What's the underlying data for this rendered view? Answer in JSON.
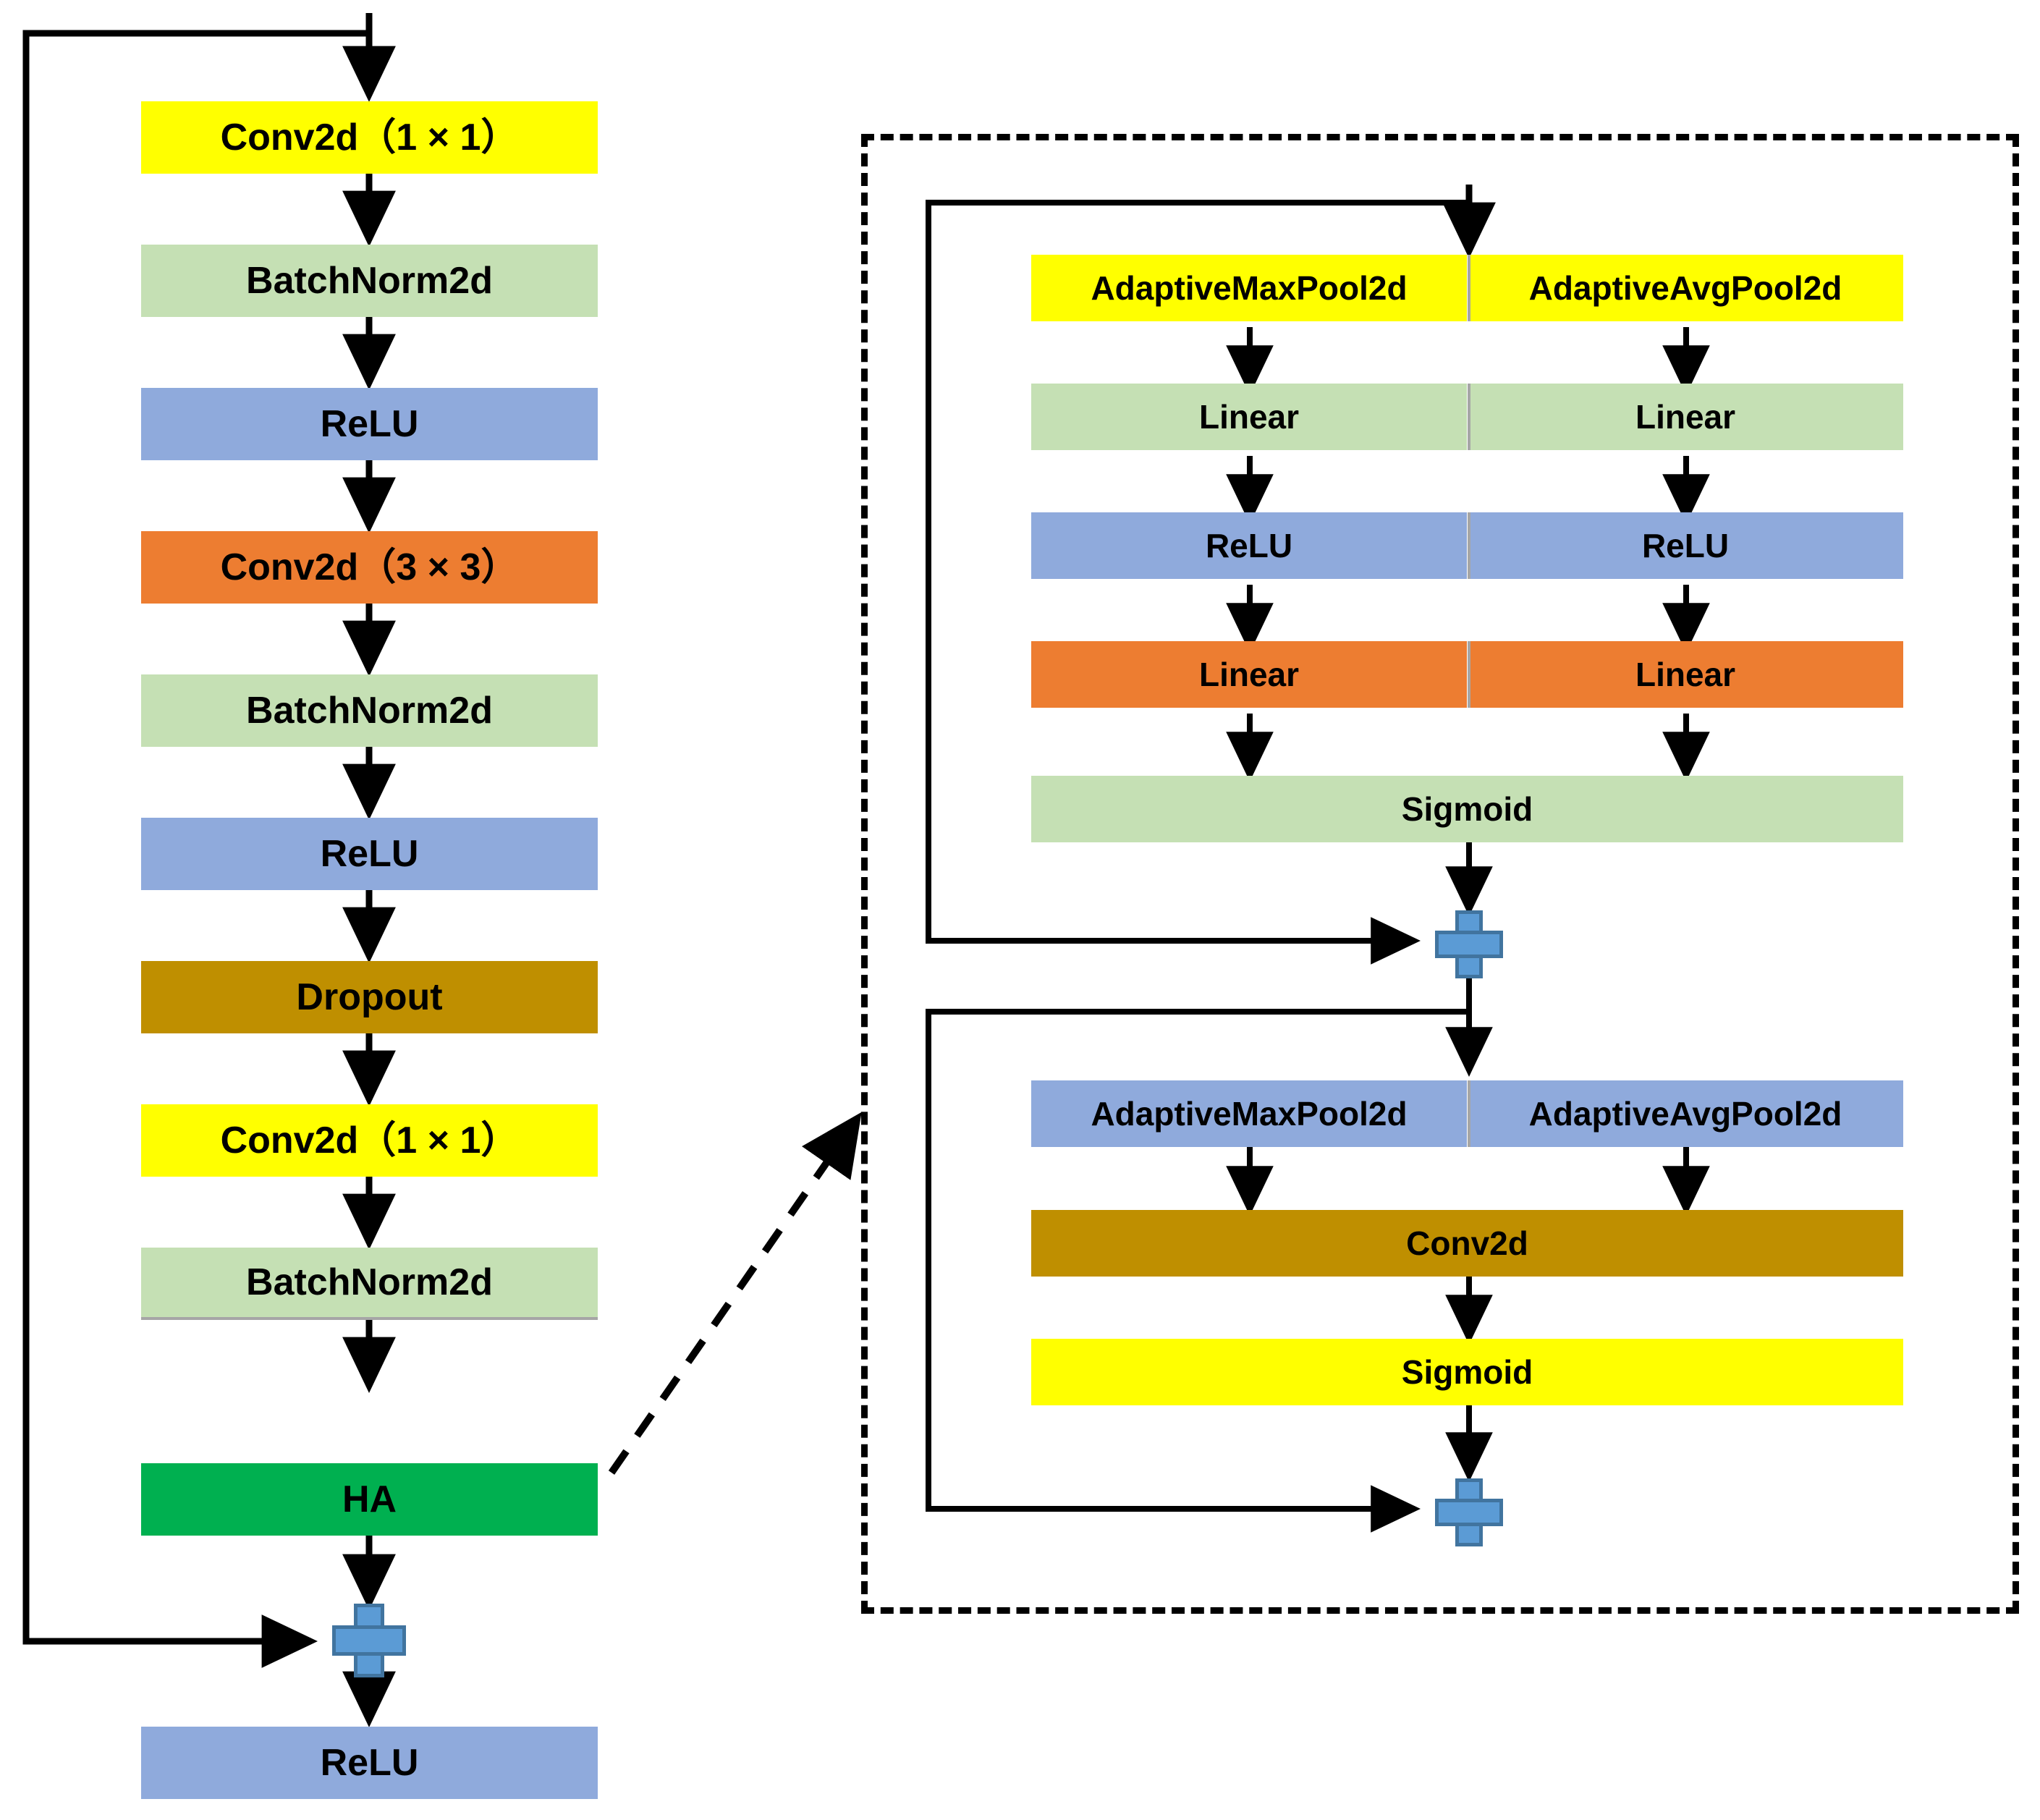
{
  "diagram": {
    "title": "Residual block with HA (Hybrid Attention) module",
    "colors": {
      "yellow": "#FFFF00",
      "light_green": "#C5E0B4",
      "blue": "#8FAADC",
      "orange": "#ED7D31",
      "gold": "#BF8F00",
      "green": "#00B050",
      "plus_fill": "#5B9BD5",
      "plus_stroke": "#41749F",
      "seam": "#A6A6A6",
      "line": "#000000"
    }
  },
  "left_branch": {
    "name": "residual-block",
    "blocks": [
      {
        "label": "Conv2d（1 × 1）",
        "color": "yellow"
      },
      {
        "label": "BatchNorm2d",
        "color": "light_green"
      },
      {
        "label": "ReLU",
        "color": "blue"
      },
      {
        "label": "Conv2d（3 × 3）",
        "color": "orange"
      },
      {
        "label": "BatchNorm2d",
        "color": "light_green"
      },
      {
        "label": "ReLU",
        "color": "blue"
      },
      {
        "label": "Dropout",
        "color": "gold"
      },
      {
        "label": "Conv2d（1 × 1）",
        "color": "yellow"
      },
      {
        "label": "BatchNorm2d",
        "color": "light_green"
      },
      {
        "label": "HA",
        "color": "green"
      }
    ],
    "adder": {
      "label": "+",
      "name": "residual-add"
    },
    "output": {
      "label": "ReLU",
      "color": "blue"
    },
    "skip_connection": "identity shortcut from input to adder"
  },
  "ha_module": {
    "name": "hybrid-attention-module",
    "channel_attention": {
      "name": "channel-attention-submodule",
      "rows": [
        {
          "left": "AdaptiveMaxPool2d",
          "right": "AdaptiveAvgPool2d",
          "color": "yellow",
          "split": true
        },
        {
          "left": "Linear",
          "right": "Linear",
          "color": "light_green",
          "split": true
        },
        {
          "left": "ReLU",
          "right": "ReLU",
          "color": "blue",
          "split": true
        },
        {
          "left": "Linear",
          "right": "Linear",
          "color": "orange",
          "split": true
        },
        {
          "left": "Sigmoid",
          "right": "",
          "color": "light_green",
          "split": false
        }
      ],
      "adder": {
        "label": "+",
        "name": "channel-attention-add"
      }
    },
    "spatial_attention": {
      "name": "spatial-attention-submodule",
      "rows": [
        {
          "left": "AdaptiveMaxPool2d",
          "right": "AdaptiveAvgPool2d",
          "color": "blue",
          "split": true
        },
        {
          "left": "Conv2d",
          "right": "",
          "color": "gold",
          "split": false
        },
        {
          "left": "Sigmoid",
          "right": "",
          "color": "yellow",
          "split": false
        }
      ],
      "adder": {
        "label": "+",
        "name": "spatial-attention-add"
      }
    }
  },
  "connector": {
    "name": "ha-expansion-callout",
    "style": "dashed-arrow",
    "from": "HA",
    "to": "ha-module-panel"
  }
}
